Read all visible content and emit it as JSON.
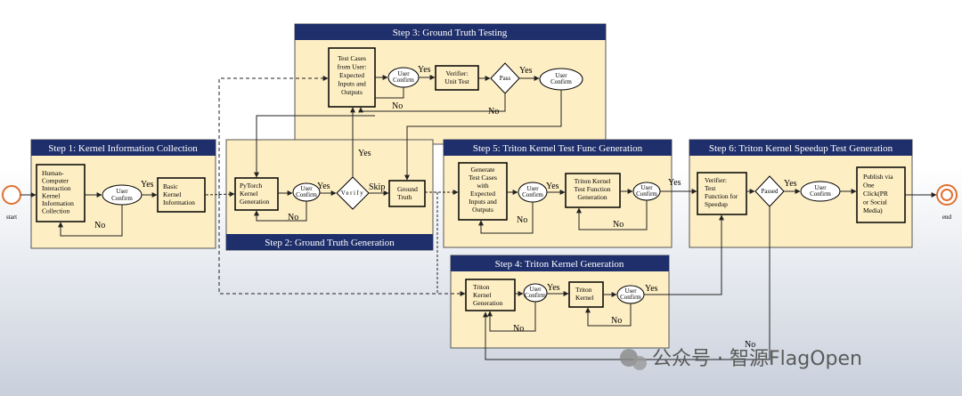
{
  "colors": {
    "panel_fill": "#fdeec3",
    "header_fill": "#1f2f6b",
    "line": "#333333"
  },
  "terminals": {
    "start": "start",
    "end": "end"
  },
  "steps": {
    "step1": {
      "title": "Step 1: Kernel Information Collection"
    },
    "step2": {
      "title": "Step 2: Ground Truth Generation"
    },
    "step3": {
      "title": "Step 3: Ground Truth Testing"
    },
    "step4": {
      "title": "Step 4: Triton Kernel Generation"
    },
    "step5": {
      "title": "Step 5: Triton Kernel Test Func Generation"
    },
    "step6": {
      "title": "Step 6: Triton Kernel Speedup Test Generation"
    }
  },
  "nodes": {
    "hci": [
      "Human-",
      "Computer",
      "Interaction",
      "Kernel",
      "Information",
      "Collection"
    ],
    "uc1": [
      "User",
      "Confirm"
    ],
    "basic": [
      "Basic",
      "Kernel",
      "Information"
    ],
    "pytorch": [
      "PyTorch",
      "Kernel",
      "Generation"
    ],
    "uc2": [
      "User",
      "Confirm"
    ],
    "verify": "Verify",
    "gt": [
      "Ground",
      "Truth"
    ],
    "tc": [
      "Test Cases",
      "from User:",
      "Expected",
      "Inputs and",
      "Outputs"
    ],
    "uc3": [
      "User",
      "Confirm"
    ],
    "unit": [
      "Verifier:",
      "Unit Test"
    ],
    "pass": "Pass",
    "uc3b": [
      "User",
      "Confirm"
    ],
    "gen5": [
      "Generate",
      "Test Cases",
      "with",
      "Expected",
      "Inputs and",
      "Outputs"
    ],
    "uc5": [
      "User",
      "Confirm"
    ],
    "tfg": [
      "Triton Kernel",
      "Test Function",
      "Generation"
    ],
    "uc5b": [
      "User",
      "Confirm"
    ],
    "tkg": [
      "Triton",
      "Kernel",
      "Generation"
    ],
    "uc4": [
      "User",
      "Confirm"
    ],
    "tk": [
      "Triton",
      "Kernel"
    ],
    "uc4b": [
      "User",
      "Confirm"
    ],
    "vtf": [
      "Verifier:",
      "Test",
      "Function for",
      "Speedup"
    ],
    "passed": "Passed",
    "uc6": [
      "User",
      "Confirm"
    ],
    "pub": [
      "Publish via",
      "One",
      "Click(PR",
      "or Social",
      "Media)"
    ]
  },
  "edges": {
    "yes": "Yes",
    "no": "No",
    "skip": "Skip"
  },
  "watermark": "公众号 · 智源FlagOpen"
}
